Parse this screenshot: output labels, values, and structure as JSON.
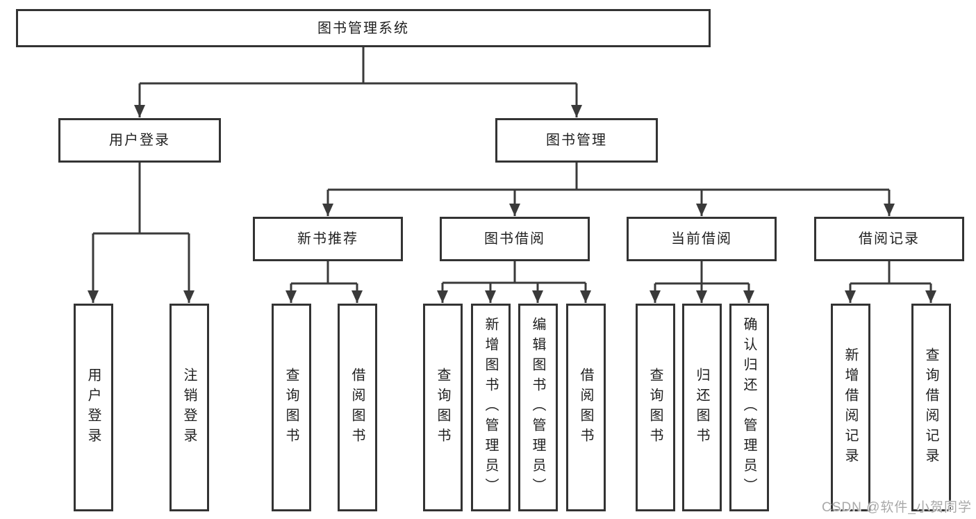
{
  "diagram": {
    "root": "图书管理系统",
    "branches": {
      "user_login": "用户登录",
      "book_management": "图书管理"
    },
    "book_management_children": {
      "new_book_recommend": "新书推荐",
      "book_borrow": "图书借阅",
      "current_borrow": "当前借阅",
      "borrow_records": "借阅记录"
    },
    "leaves": {
      "user_login": "用户登录",
      "logout": "注销登录",
      "recommend_query_books": "查询图书",
      "recommend_borrow_books": "借阅图书",
      "borrow_query_books": "查询图书",
      "add_book_admin": "新增图书（管理员）",
      "edit_book_admin": "编辑图书（管理员）",
      "borrow_borrow_books": "借阅图书",
      "current_query_books": "查询图书",
      "return_books": "归还图书",
      "confirm_return_admin": "确认归还（管理员）",
      "add_borrow_record": "新增借阅记录",
      "query_borrow_record": "查询借阅记录"
    }
  },
  "watermark": "CSDN @软件_小贺同学",
  "colors": {
    "line": "#3a3a3a",
    "box_border": "#333333",
    "text": "#1f1f1f",
    "watermark": "#a9a9a9",
    "background": "#ffffff"
  }
}
